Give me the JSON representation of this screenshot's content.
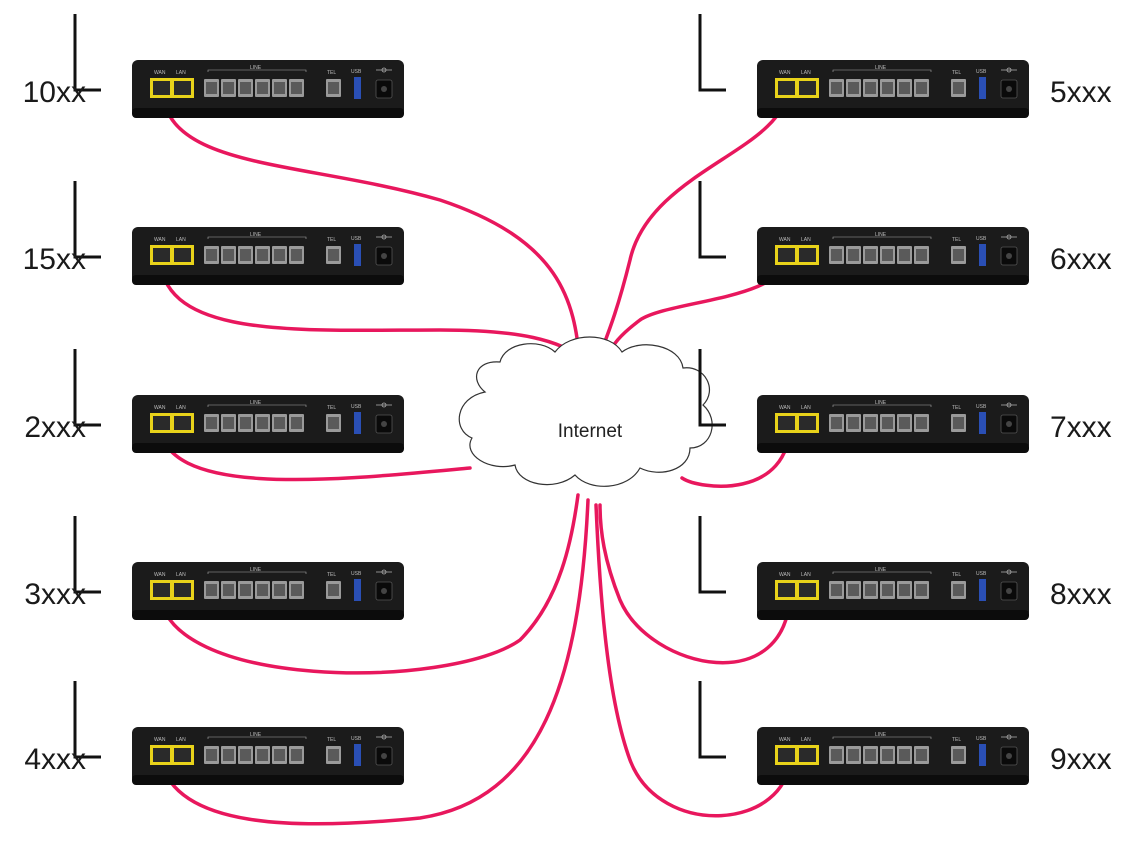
{
  "cloud": {
    "label": "Internet"
  },
  "cable_color": "#e8175d",
  "port_highlight_color": "#e8d21a",
  "router_panel": {
    "wan_label": "WAN",
    "lan_label": "LAN",
    "line_label": "LINE",
    "tel_label": "TEL",
    "usb_label": "USB"
  },
  "sites": {
    "left": [
      {
        "label": "10xx"
      },
      {
        "label": "15xx"
      },
      {
        "label": "2xxx"
      },
      {
        "label": "3xxx"
      },
      {
        "label": "4xxx"
      }
    ],
    "right": [
      {
        "label": "5xxx"
      },
      {
        "label": "6xxx"
      },
      {
        "label": "7xxx"
      },
      {
        "label": "8xxx"
      },
      {
        "label": "9xxx"
      }
    ]
  }
}
